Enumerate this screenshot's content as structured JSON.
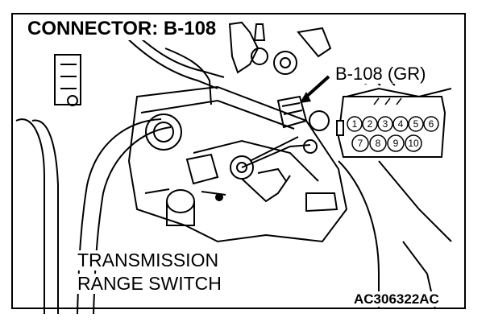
{
  "connector_label": "CONNECTOR: B-108",
  "connector_code": "B-108 (GR)",
  "part_name_line1": "TRANSMISSION",
  "part_name_line2": "RANGE SWITCH",
  "figure_code": "AC306322AC",
  "connector_pins_top": [
    "1",
    "2",
    "3",
    "4",
    "5",
    "6"
  ],
  "connector_pins_bottom": [
    "7",
    "8",
    "9",
    "10"
  ]
}
